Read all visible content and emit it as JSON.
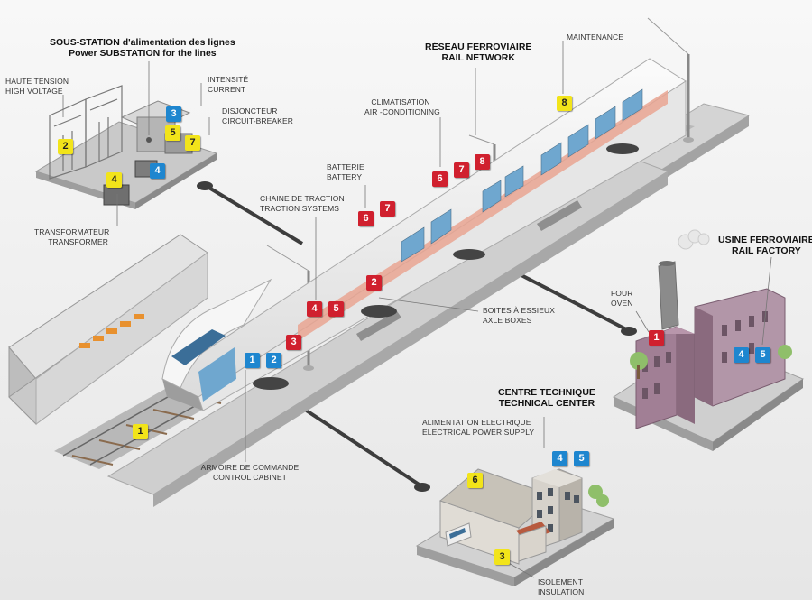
{
  "colors": {
    "yellow_badge": "#f2e41a",
    "red_badge": "#d0202e",
    "blue_badge": "#1e86cf",
    "train_stripe": "#e9a592",
    "background": "#f2f2f2"
  },
  "titles": {
    "substation": [
      "SOUS-STATION d'alimentation des lignes",
      "Power SUBSTATION for the lines"
    ],
    "rail_network": [
      "RÉSEAU FERROVIAIRE",
      "RAIL NETWORK"
    ],
    "rail_factory": [
      "USINE FERROVIAIRE",
      "RAIL FACTORY"
    ],
    "technical_center": [
      "CENTRE TECHNIQUE",
      "TECHNICAL CENTER"
    ]
  },
  "labels": {
    "high_voltage": [
      "HAUTE TENSION",
      "HIGH VOLTAGE"
    ],
    "current": [
      "INTENSITÉ",
      "CURRENT"
    ],
    "circuit_breaker": [
      "DISJONCTEUR",
      "CIRCUIT-BREAKER"
    ],
    "transformer": [
      "TRANSFORMATEUR",
      "TRANSFORMER"
    ],
    "maintenance": [
      "MAINTENANCE"
    ],
    "air_conditioning": [
      "CLIMATISATION",
      "AIR -CONDITIONING"
    ],
    "battery": [
      "BATTERIE",
      "BATTERY"
    ],
    "traction_systems": [
      "CHAINE DE TRACTION",
      "TRACTION SYSTEMS"
    ],
    "axle_boxes": [
      "BOITES À ESSIEUX",
      "AXLE BOXES"
    ],
    "oven": [
      "FOUR",
      "OVEN"
    ],
    "control_cabinet": [
      "ARMOIRE DE COMMANDE",
      "CONTROL CABINET"
    ],
    "power_supply": [
      "ALIMENTATION ELECTRIQUE",
      "ELECTRICAL POWER SUPPLY"
    ],
    "insulation": [
      "ISOLEMENT",
      "INSULATION"
    ]
  },
  "badges": {
    "sub_2": "2",
    "sub_3": "3",
    "sub_5": "5",
    "sub_7": "7",
    "sub_4_blue": "4",
    "sub_4_yellow": "4",
    "net_8_yellow": "8",
    "net_6a": "6",
    "net_7a": "7",
    "net_8_red": "8",
    "net_6b": "6",
    "net_7b": "7",
    "net_2": "2",
    "net_4": "4",
    "net_5": "5",
    "net_3": "3",
    "net_1_blue": "1",
    "net_2_blue": "2",
    "net_1_yellow": "1",
    "fac_1": "1",
    "fac_4": "4",
    "fac_5": "5",
    "tech_6": "6",
    "tech_4": "4",
    "tech_5": "5",
    "tech_3": "3"
  }
}
